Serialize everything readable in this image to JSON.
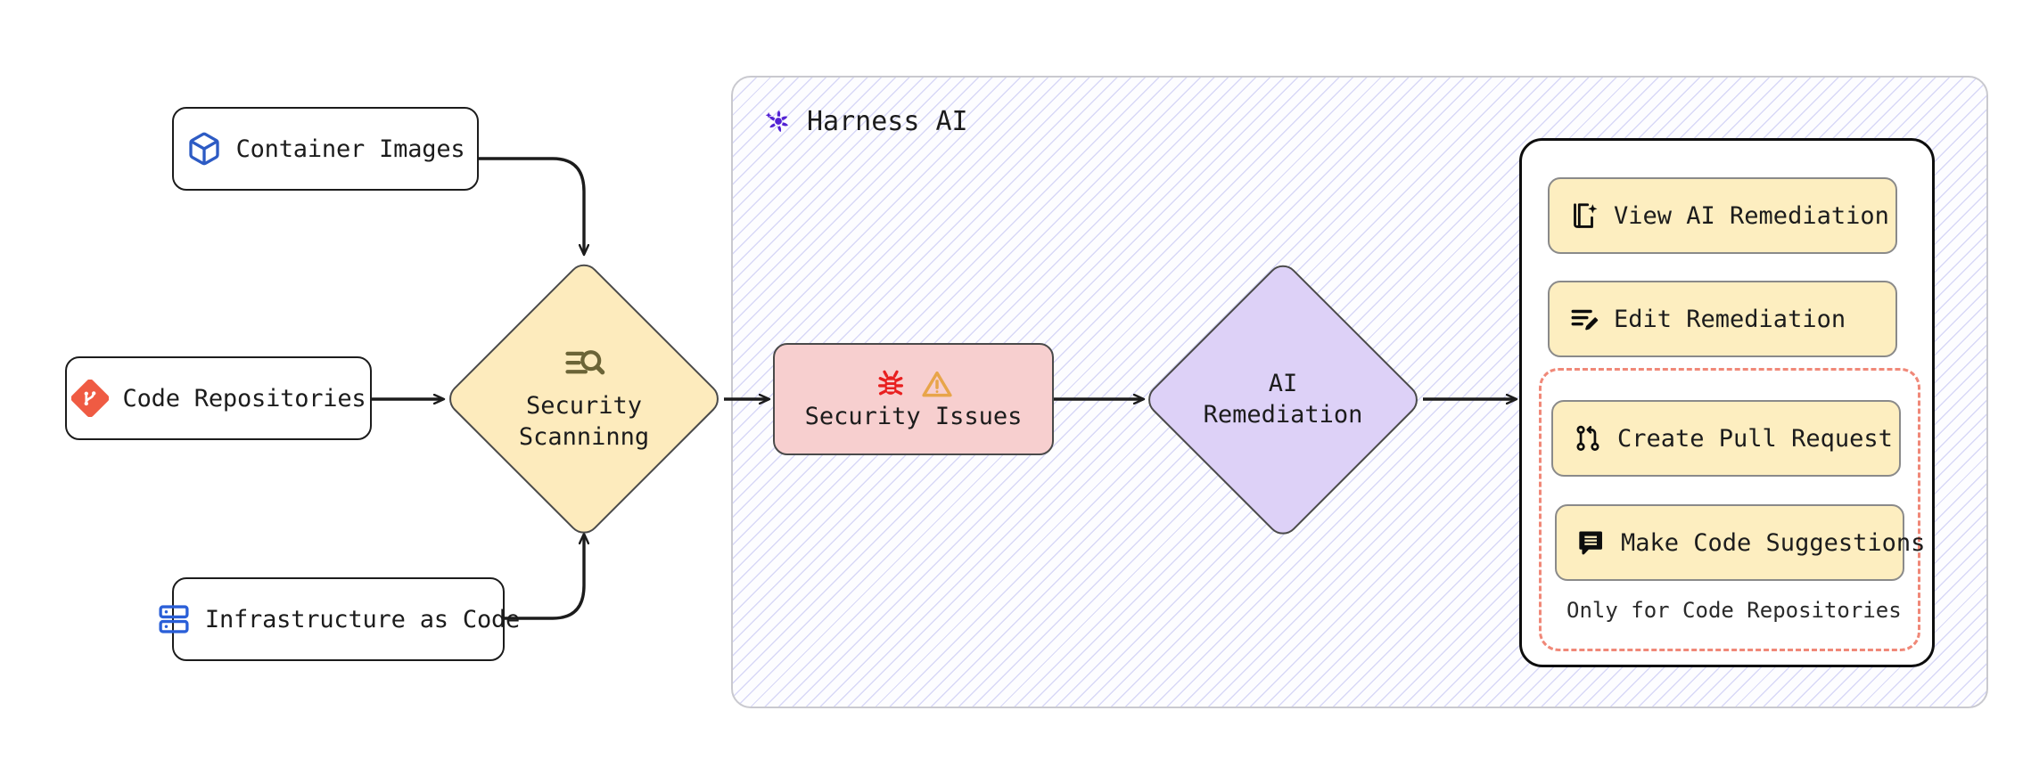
{
  "diagram": {
    "title": "Harness AI security scanning and remediation flow",
    "background": "#ffffff"
  },
  "sources": [
    {
      "id": "container-images",
      "label": "Container Images",
      "icon": "cube-icon",
      "icon_color": "#2d5bc4"
    },
    {
      "id": "code-repositories",
      "label": "Code Repositories",
      "icon": "git-repository-icon",
      "icon_color": "#ef5b43"
    },
    {
      "id": "infrastructure-as-code",
      "label": "Infrastructure as Code",
      "icon": "server-stack-icon",
      "icon_color": "#2a5fd8"
    }
  ],
  "process": {
    "scanning": {
      "label": "Security\nScanninng",
      "icon": "scan-search-icon",
      "icon_color": "#6b6437",
      "fill": "#fdebbd",
      "stroke": "#4a4a4a"
    },
    "issues": {
      "label": "Security Issues",
      "icons": [
        "bug-icon",
        "warning-triangle-icon"
      ],
      "icon_colors": [
        "#e81f1f",
        "#e8a54a"
      ],
      "fill": "#f7cfcf",
      "stroke": "#4a4a4a"
    },
    "remediation": {
      "label": "AI\nRemediation",
      "fill": "#ddd1f7",
      "stroke": "#4a4a4a"
    }
  },
  "harness": {
    "title": "Harness AI",
    "logo": "harness-pinwheel-icon",
    "logo_color": "#5322d4",
    "hatch_color": "#a0a0eb",
    "border_color": "#c9c9cf"
  },
  "actions": {
    "items": [
      {
        "id": "view-ai-remediation",
        "label": "View AI Remediation",
        "icon": "document-sparkle-icon"
      },
      {
        "id": "edit-remediation",
        "label": "Edit Remediation",
        "icon": "lines-pencil-icon"
      },
      {
        "id": "create-pull-request",
        "label": "Create Pull Request",
        "icon": "pull-request-icon"
      },
      {
        "id": "make-code-suggestions",
        "label": "Make Code Suggestions",
        "icon": "comment-lines-icon"
      }
    ],
    "dashed_group_note": "Only for Code Repositories",
    "dashed_group_color": "#f08878",
    "button_fill": "#fdeec0",
    "button_stroke": "#8a8a8a"
  }
}
